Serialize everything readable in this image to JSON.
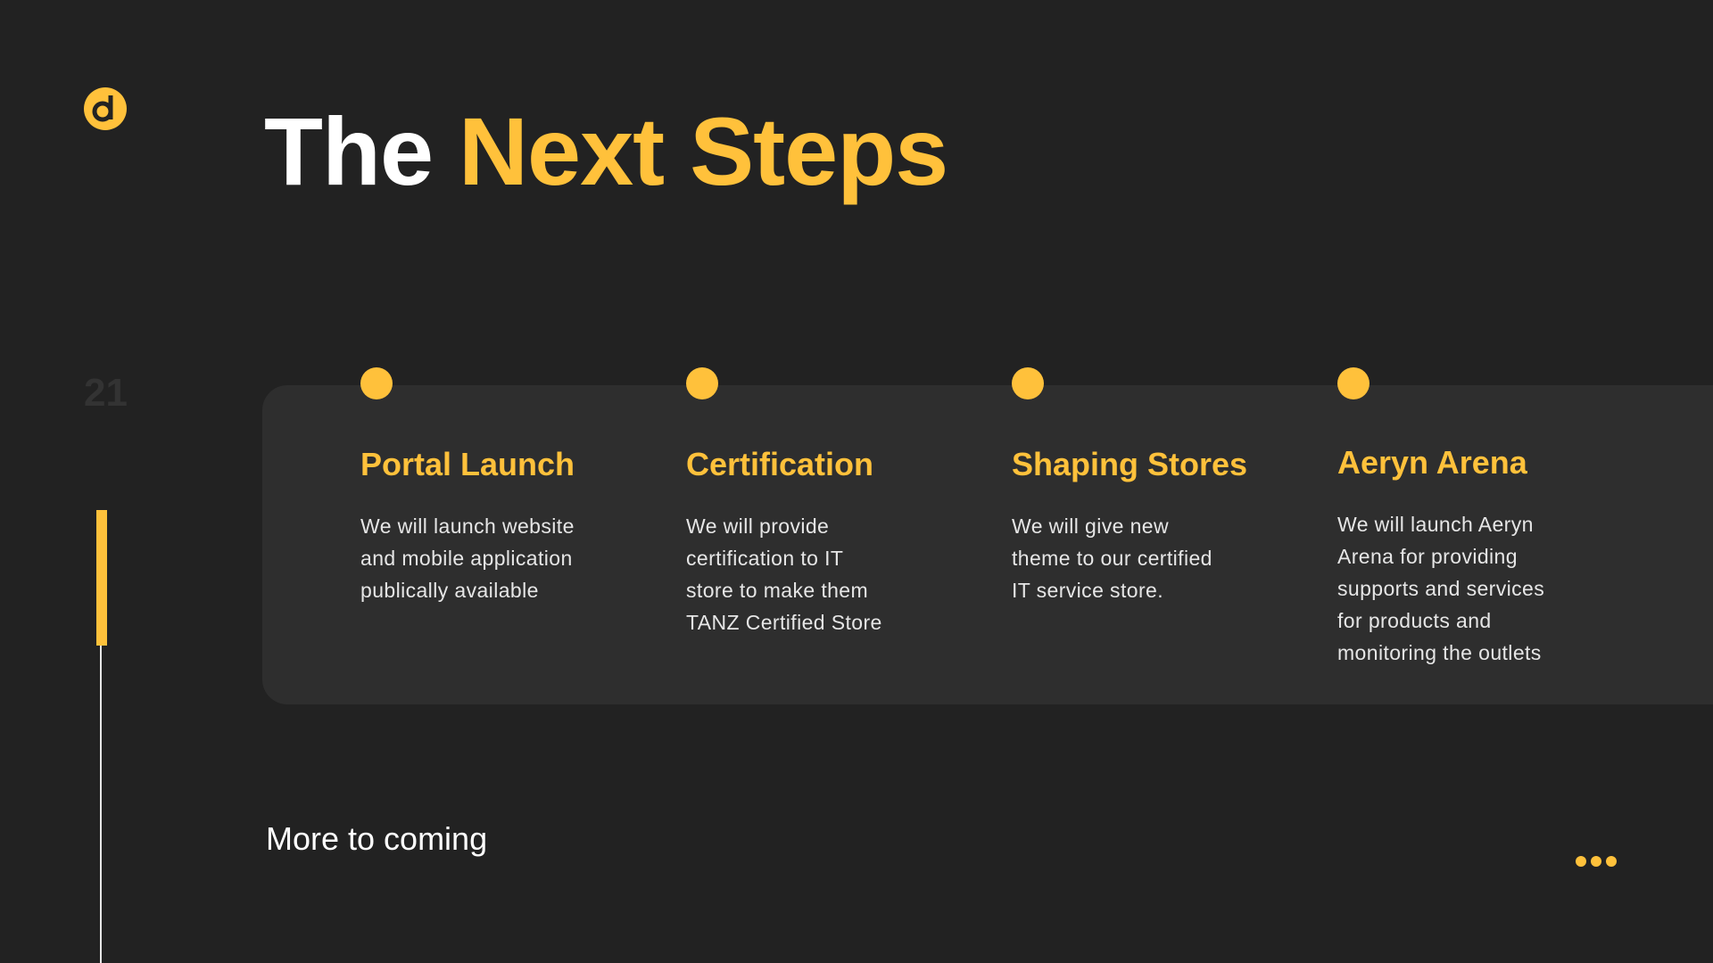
{
  "slide": {
    "title_part1": "The",
    "title_part2": "Next Steps",
    "page_number": "21",
    "progress_fraction": 0.3,
    "footer_text": "More to coming",
    "accent_color": "#ffc13b",
    "background_color": "#222222"
  },
  "steps": [
    {
      "title": "Portal Launch",
      "lines": [
        "We will launch website",
        "and mobile application",
        "publically available"
      ]
    },
    {
      "title": "Certification",
      "lines": [
        "We will provide",
        "certification to IT",
        "store to make them",
        "TANZ Certified Store"
      ]
    },
    {
      "title": "Shaping Stores",
      "lines": [
        "We will give new",
        "theme to our certified",
        "IT service store."
      ]
    },
    {
      "title": "Aeryn Arena",
      "lines": [
        "We will launch Aeryn",
        "Arena for providing",
        "supports and services",
        "for products and",
        "monitoring the outlets"
      ]
    }
  ],
  "icons": {
    "logo": "d-logo-icon",
    "more": "more-dots-icon"
  }
}
